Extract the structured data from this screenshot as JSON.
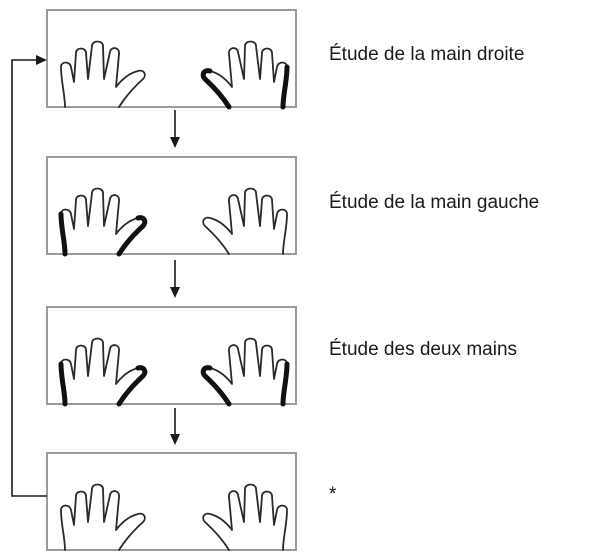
{
  "steps": [
    {
      "label": "Étude de la main droite",
      "highlight": "right"
    },
    {
      "label": "Étude de la main gauche",
      "highlight": "left"
    },
    {
      "label": "Étude des deux mains",
      "highlight": "both"
    },
    {
      "label": "*",
      "highlight": "none"
    }
  ],
  "colors": {
    "box_border": "#9a9a9a",
    "line": "#1a1a1a"
  }
}
